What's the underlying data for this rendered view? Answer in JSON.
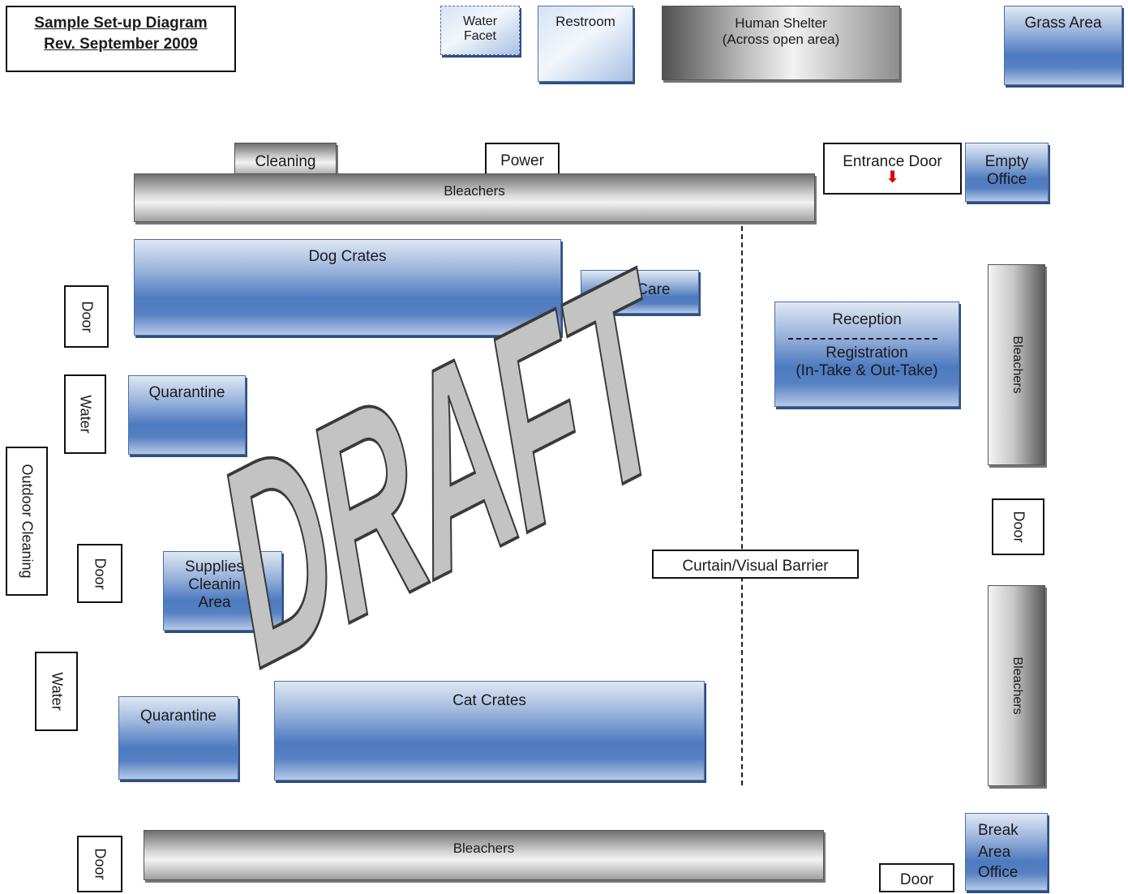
{
  "title": {
    "line1": "Sample Set-up Diagram",
    "line2": "Rev. September 2009"
  },
  "top": {
    "water_facet_1": "Water",
    "water_facet_2": "Facet",
    "restroom": "Restroom",
    "human_shelter_1": "Human Shelter",
    "human_shelter_2": "(Across open area)",
    "grass_area": "Grass Area"
  },
  "labels": {
    "cleaning": "Cleaning",
    "power": "Power",
    "entrance_door": "Entrance Door",
    "empty_office_1": "Empty",
    "empty_office_2": "Office",
    "bleachers_top": "Bleachers",
    "dog_crates": "Dog Crates",
    "pet_care": "Pet Care",
    "reception": "Reception",
    "registration_1": "Registration",
    "registration_2": "(In-Take & Out-Take)",
    "bleachers_right_1": "Bleachers",
    "bleachers_right_2": "Bleachers",
    "door_left_1": "Door",
    "water_left_1": "Water",
    "quarantine_1": "Quarantine",
    "outdoor_cleaning": "Outdoor Cleaning",
    "door_left_2": "Door",
    "supplies_1": "Supplies",
    "supplies_2": "Cleanin",
    "supplies_3": "Area",
    "curtain": "Curtain/Visual Barrier",
    "door_right_mid": "Door",
    "water_left_2": "Water",
    "quarantine_2": "Quarantine",
    "cat_crates": "Cat Crates",
    "door_left_bottom": "Door",
    "bleachers_bottom": "Bleachers",
    "door_bottom": "Door",
    "break_1": "Break",
    "break_2": "Area",
    "break_3": "Office",
    "watermark": "DRAFT"
  },
  "colors": {
    "blue": "#4e7bc0",
    "gray": "#a0a0a0",
    "arrow": "#e00000"
  }
}
